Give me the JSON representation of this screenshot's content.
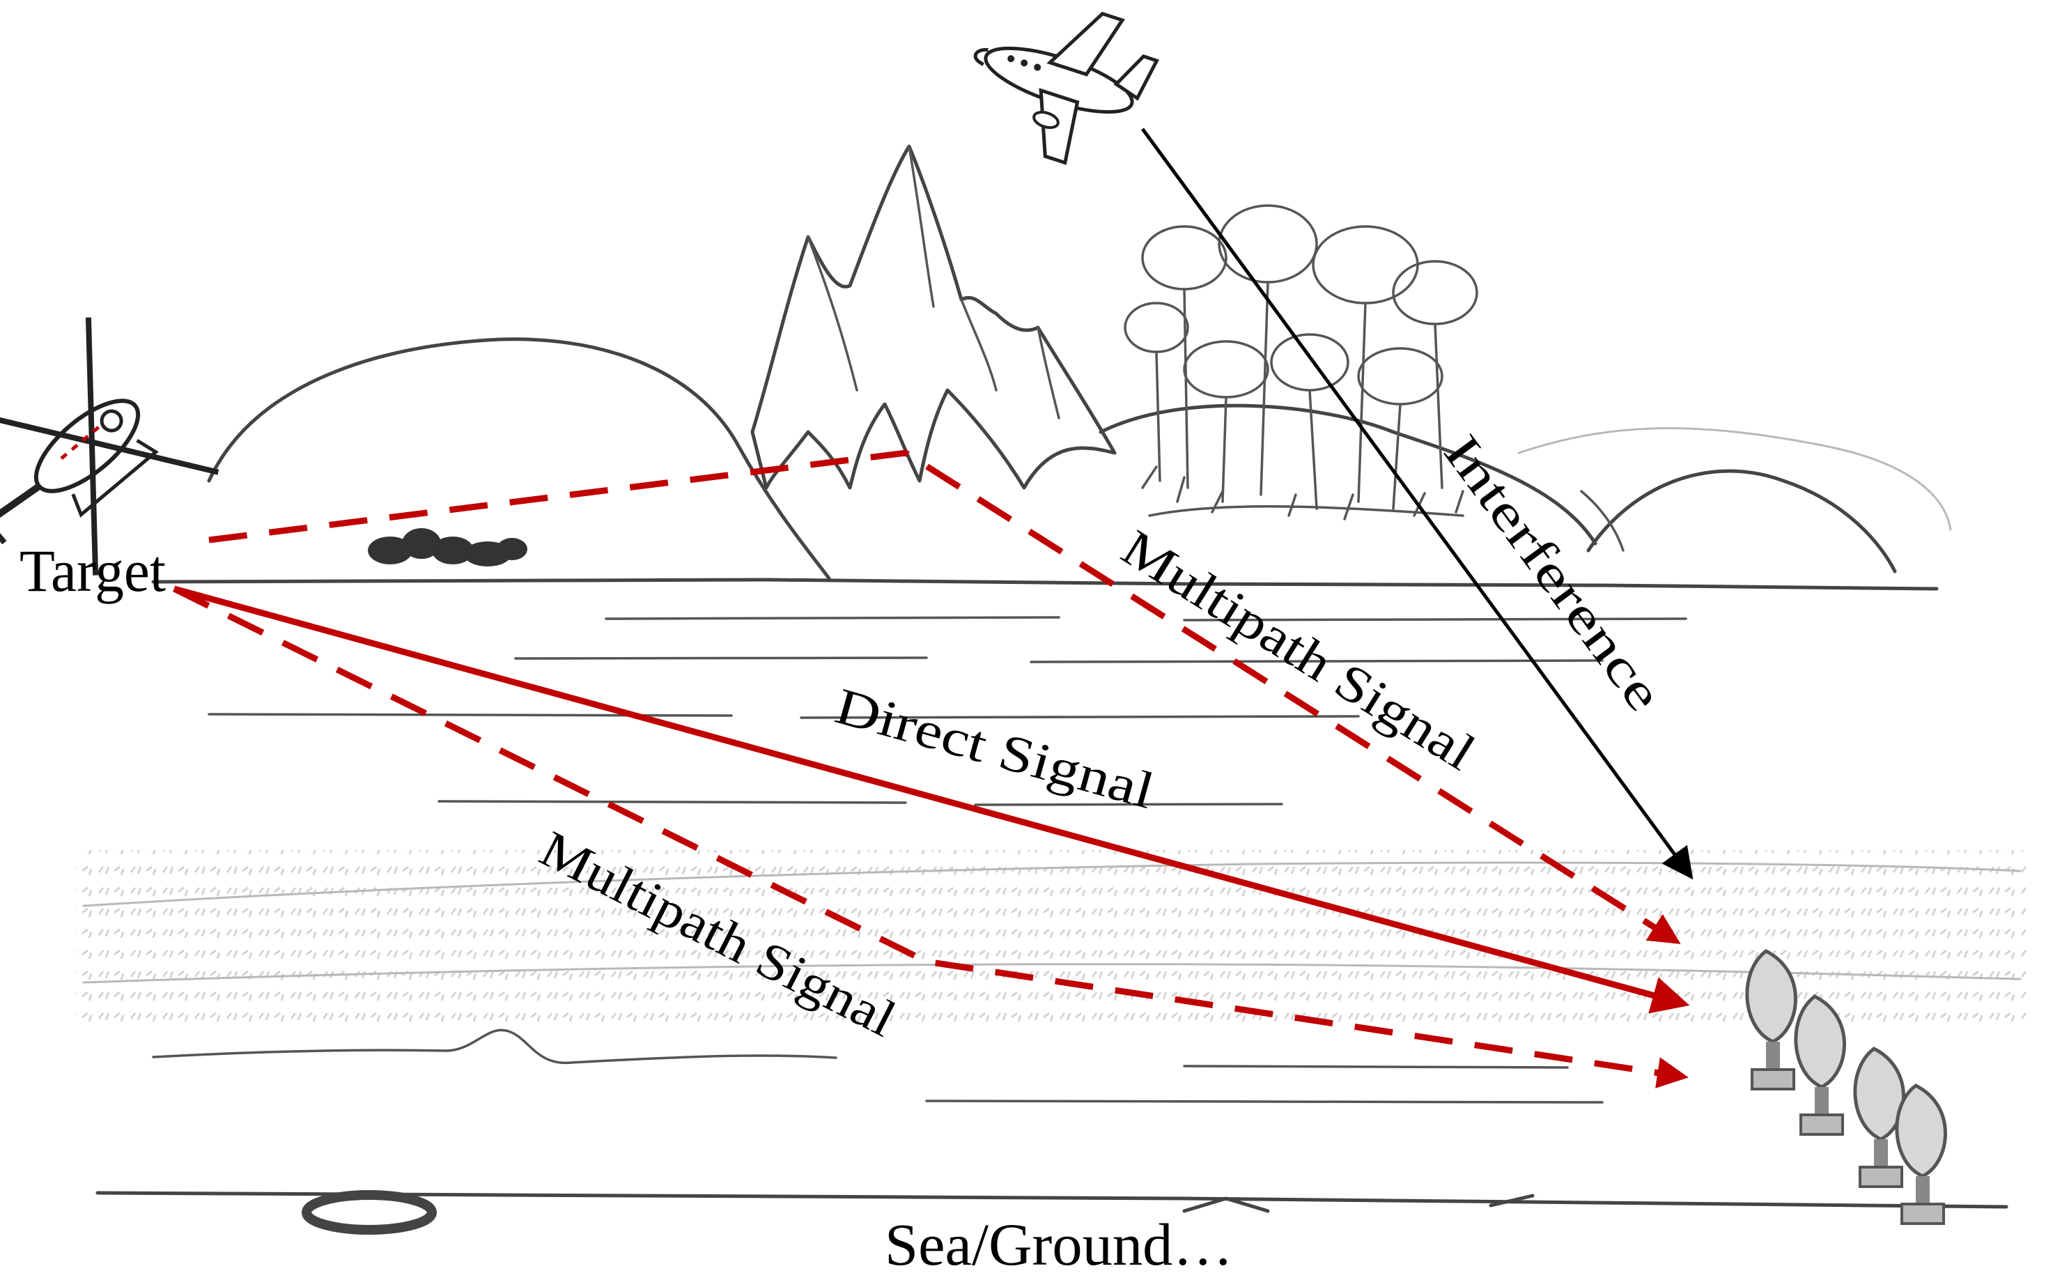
{
  "labels": {
    "target": "Target",
    "interference": "Interference",
    "multipath_upper": "Multipath Signal",
    "direct": "Direct Signal",
    "multipath_lower": "Multipath Signal",
    "surface": "Sea/Ground…"
  },
  "colors": {
    "signal": "#c00000",
    "interference": "#000000",
    "sketch": "#444444",
    "background": "#ffffff"
  },
  "icons": {
    "target": "helicopter-icon",
    "interference_source": "airplane-icon",
    "receiver": "radar-array-icon",
    "terrain": [
      "mountain-icon",
      "forest-icon",
      "hill-icon",
      "bush-icon"
    ]
  }
}
